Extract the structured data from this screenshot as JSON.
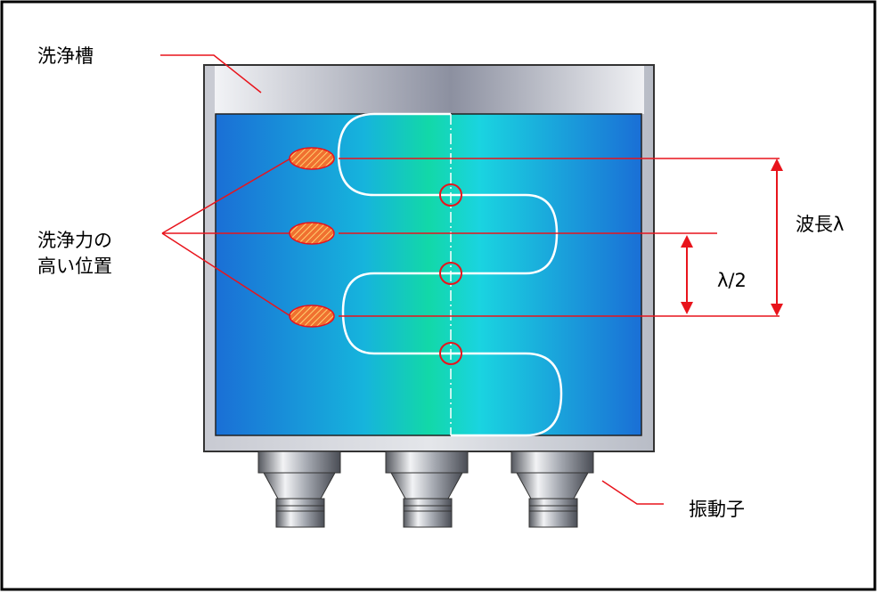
{
  "labels": {
    "tank": "洗浄槽",
    "high_power_line1": "洗浄力の",
    "high_power_line2": "高い位置",
    "wavelength": "波長λ",
    "half_wavelength": "λ/2",
    "transducer": "振動子"
  },
  "colors": {
    "callout_red": "#e8141c",
    "marker_orange": "#f07030",
    "frame_border": "#000000",
    "tank_wall": "#d8dae0",
    "liquid_edge": "#1a6fd6",
    "liquid_center": "#12d8a8",
    "wave_stroke": "#ffffff"
  }
}
